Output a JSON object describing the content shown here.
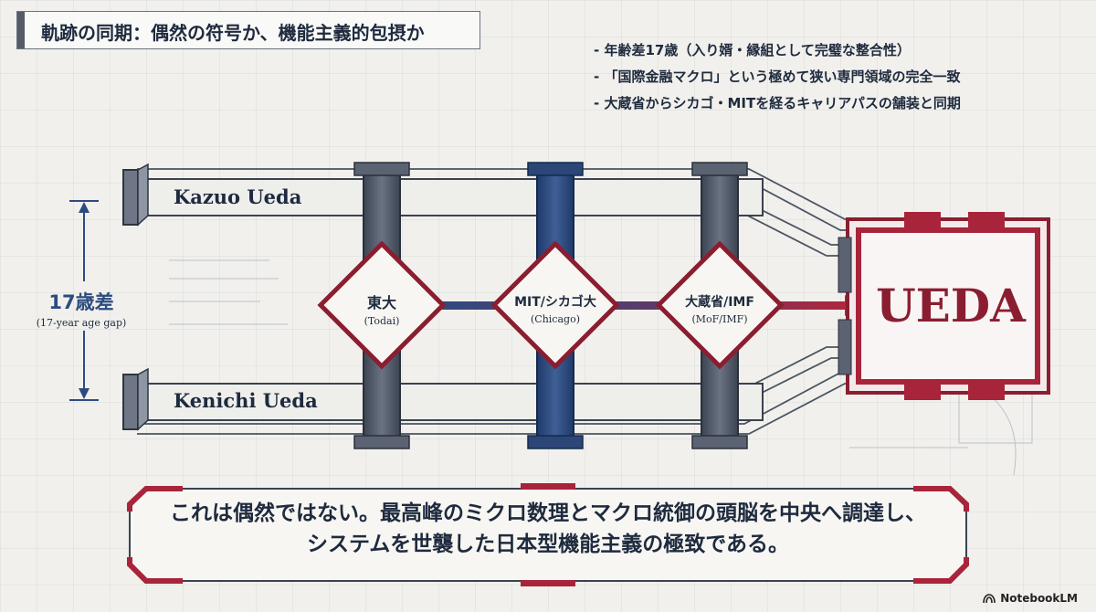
{
  "title": "軌跡の同期：偶然の符号か、機能主義的包摂か",
  "bullets": [
    "- 年齢差17歳（入り婿・縁組として完璧な整合性）",
    "- 「国際金融マクロ」という極めて狭い専門領域の完全一致",
    "- 大蔵省からシカゴ・MITを経るキャリアパスの舗装と同期"
  ],
  "people": {
    "top": "Kazuo Ueda",
    "bottom": "Kenichi Ueda"
  },
  "age_gap": {
    "main": "17歳差",
    "sub": "(17-year age gap)"
  },
  "nodes": [
    {
      "name": "東大",
      "sub": "(Todai)"
    },
    {
      "name": "MIT/シカゴ大",
      "sub": "(Chicago)"
    },
    {
      "name": "大蔵省/IMF",
      "sub": "(MoF/IMF)"
    }
  ],
  "destination": "UEDA",
  "conclusion": {
    "line1": "これは偶然ではない。最高峰のミクロ数理とマクロ統御の頭脳を中央へ調達し、",
    "line2": "システムを世襲した日本型機能主義の極致である。"
  },
  "brand": "NotebookLM",
  "colors": {
    "navy": "#1e2a3e",
    "accent_red": "#a8243a",
    "dark_red": "#8a1e30",
    "blue": "#2d4b80",
    "steel": "#4a5361"
  }
}
